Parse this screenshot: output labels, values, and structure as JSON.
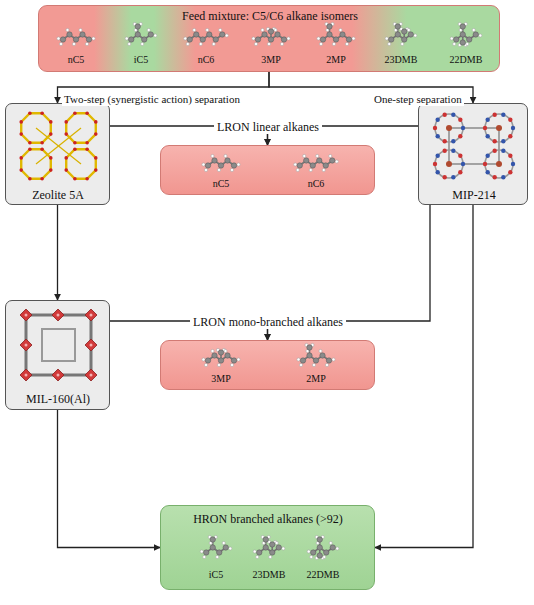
{
  "diagram": {
    "nodes": [
      {
        "text": [
          "Feed mixture: C5/C6 alkane isomers",
          "nC5",
          "iC5",
          "nC6",
          "3MP",
          "2MP",
          "23DMB",
          "22DMB"
        ]
      },
      {
        "text": [
          "Zeolite 5A"
        ]
      },
      {
        "text": [
          "MIP-214"
        ]
      },
      {
        "text": [
          "LRON linear alkanes",
          "nC5",
          "nC6"
        ]
      },
      {
        "text": [
          "MIL-160(Al)"
        ]
      },
      {
        "text": [
          "LRON mono-branched alkanes",
          "3MP",
          "2MP"
        ]
      },
      {
        "text": [
          "HRON branched alkanes (>92)",
          "iC5",
          "23DMB",
          "22DMB"
        ]
      }
    ],
    "edges": [
      {
        "from": 0,
        "to": 1,
        "arrow": "to",
        "label": "Two-step (synergistic action) separation"
      },
      {
        "from": 0,
        "to": 2,
        "arrow": "to",
        "label": "One-step separation"
      },
      {
        "from": 1,
        "to": 3,
        "arrow": "to"
      },
      {
        "from": 2,
        "to": 3,
        "arrow": "to"
      },
      {
        "from": 1,
        "to": 4,
        "arrow": "to"
      },
      {
        "from": 4,
        "to": 5,
        "arrow": "to"
      },
      {
        "from": 2,
        "to": 5,
        "arrow": "to"
      },
      {
        "from": 4,
        "to": 6,
        "arrow": "to"
      },
      {
        "from": 2,
        "to": 6,
        "arrow": "to"
      }
    ]
  }
}
